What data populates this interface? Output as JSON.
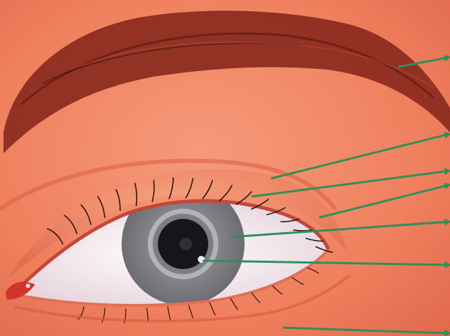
{
  "illustration": {
    "subject": "eye-anatomy-illustration",
    "colors": {
      "skin": "#f0805e",
      "skin_light": "#f59575",
      "skin_shadow": "#d9583f",
      "brow": "#8a2a1e",
      "sclera": "#f3ecf0",
      "iris": "#7c7c80",
      "iris_ring": "#b9bcc0",
      "pupil": "#15151a",
      "arrow": "#2f8f5a"
    }
  },
  "pointers": [
    {
      "name": "arrow-eyebrow"
    },
    {
      "name": "arrow-upper-eyelid"
    },
    {
      "name": "arrow-eyelashes"
    },
    {
      "name": "arrow-lid-margin"
    },
    {
      "name": "arrow-iris"
    },
    {
      "name": "arrow-pupil"
    },
    {
      "name": "arrow-lower-eyelid"
    }
  ]
}
